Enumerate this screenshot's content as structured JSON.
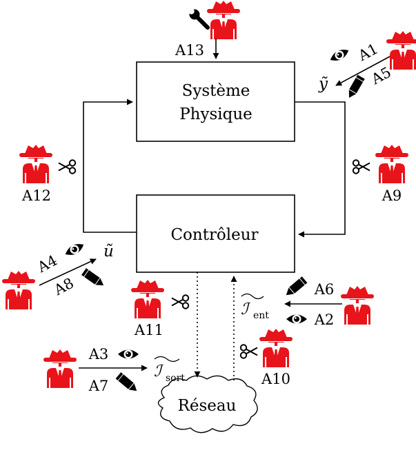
{
  "blocks": {
    "plant_line1": "Système",
    "plant_line2": "Physique",
    "controller": "Contrôleur",
    "network": "Réseau"
  },
  "signals": {
    "y_tilde": "ỹ",
    "u_tilde": "ũ",
    "i_in_symbol": "ℐ",
    "i_in_sub": "ent",
    "i_out_symbol": "ℐ",
    "i_out_sub": "sort"
  },
  "attacks": [
    "A1",
    "A2",
    "A3",
    "A4",
    "A5",
    "A6",
    "A7",
    "A8",
    "A9",
    "A10",
    "A11",
    "A12",
    "A13"
  ],
  "colors": {
    "attacker": "#e8141b",
    "ink": "#000000"
  },
  "icons": {
    "attacker": "spy-icon",
    "eavesdrop": "eye-icon",
    "modify": "pencil-icon",
    "cut": "scissors-icon",
    "tamper": "wrench-icon"
  }
}
